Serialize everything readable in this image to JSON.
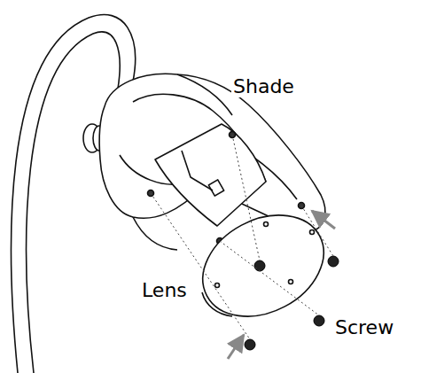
{
  "diagram": {
    "labels": [
      "Shade",
      "Lens",
      "Screw"
    ]
  }
}
